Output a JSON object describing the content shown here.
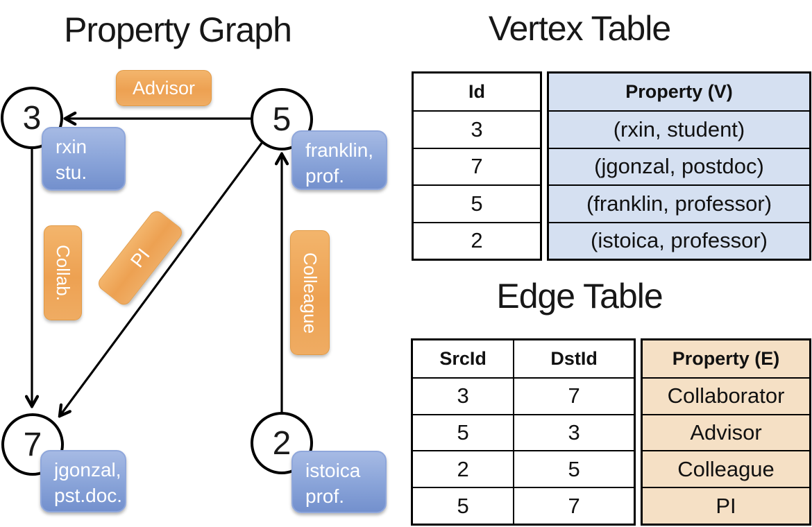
{
  "slide": {
    "graph_title": "Property Graph",
    "vertex_table_title": "Vertex Table",
    "edge_table_title": "Edge Table"
  },
  "colors": {
    "vertex_card_blue": "#8CA6DA",
    "edge_label_orange": "#EDA152",
    "vertex_property_fill": "#D5E0F1",
    "edge_property_fill": "#F5E0C5",
    "line_black": "#000000"
  },
  "graph": {
    "nodes": [
      {
        "id": "3",
        "line1": "rxin",
        "line2": "stu."
      },
      {
        "id": "5",
        "line1": "franklin,",
        "line2": "prof."
      },
      {
        "id": "7",
        "line1": "jgonzal,",
        "line2": "pst.doc."
      },
      {
        "id": "2",
        "line1": "istoica",
        "line2": "prof."
      }
    ],
    "edge_labels": {
      "advisor": "Advisor",
      "collab": "Collab.",
      "pi": "PI",
      "colleague": "Colleague"
    }
  },
  "vertex_table": {
    "col_id": "Id",
    "col_property": "Property (V)",
    "rows": [
      {
        "id": "3",
        "property": "(rxin, student)"
      },
      {
        "id": "7",
        "property": "(jgonzal, postdoc)"
      },
      {
        "id": "5",
        "property": "(franklin, professor)"
      },
      {
        "id": "2",
        "property": "(istoica, professor)"
      }
    ]
  },
  "edge_table": {
    "col_src": "SrcId",
    "col_dst": "DstId",
    "col_property": "Property (E)",
    "rows": [
      {
        "src": "3",
        "dst": "7",
        "property": "Collaborator"
      },
      {
        "src": "5",
        "dst": "3",
        "property": "Advisor"
      },
      {
        "src": "2",
        "dst": "5",
        "property": "Colleague"
      },
      {
        "src": "5",
        "dst": "7",
        "property": "PI"
      }
    ]
  }
}
